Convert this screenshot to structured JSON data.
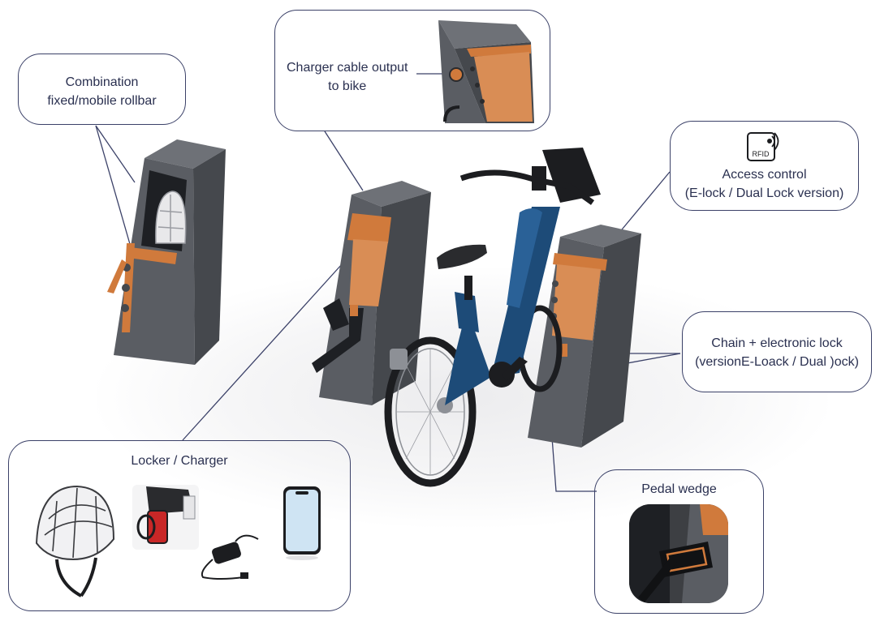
{
  "callouts": {
    "rollbar": {
      "line1": "Combination",
      "line2": "fixed/mobile rollbar"
    },
    "charger_cable": {
      "line1": "Charger cable output",
      "line2": "to bike"
    },
    "access_control": {
      "rfid_label": "RFID",
      "line1": "Access control",
      "line2": "(E-lock / Dual Lock version)"
    },
    "chain_lock": {
      "line1": "Chain + electronic lock",
      "line2": "(versionE-Loack / Dual )ock)"
    },
    "locker_charger": {
      "title": "Locker / Charger"
    },
    "pedal_wedge": {
      "title": "Pedal wedge"
    }
  },
  "colors": {
    "post_front": "#5a5d63",
    "post_side": "#45484d",
    "post_top": "#6e7177",
    "orange": "#d07a3c",
    "panel": "#d98d55",
    "bike_frame": "#1d4b78",
    "line": "#3b4168"
  },
  "icons": [
    "rfid-icon",
    "helmet-icon",
    "bike-light-icon",
    "phone-icon",
    "charger-icon"
  ]
}
